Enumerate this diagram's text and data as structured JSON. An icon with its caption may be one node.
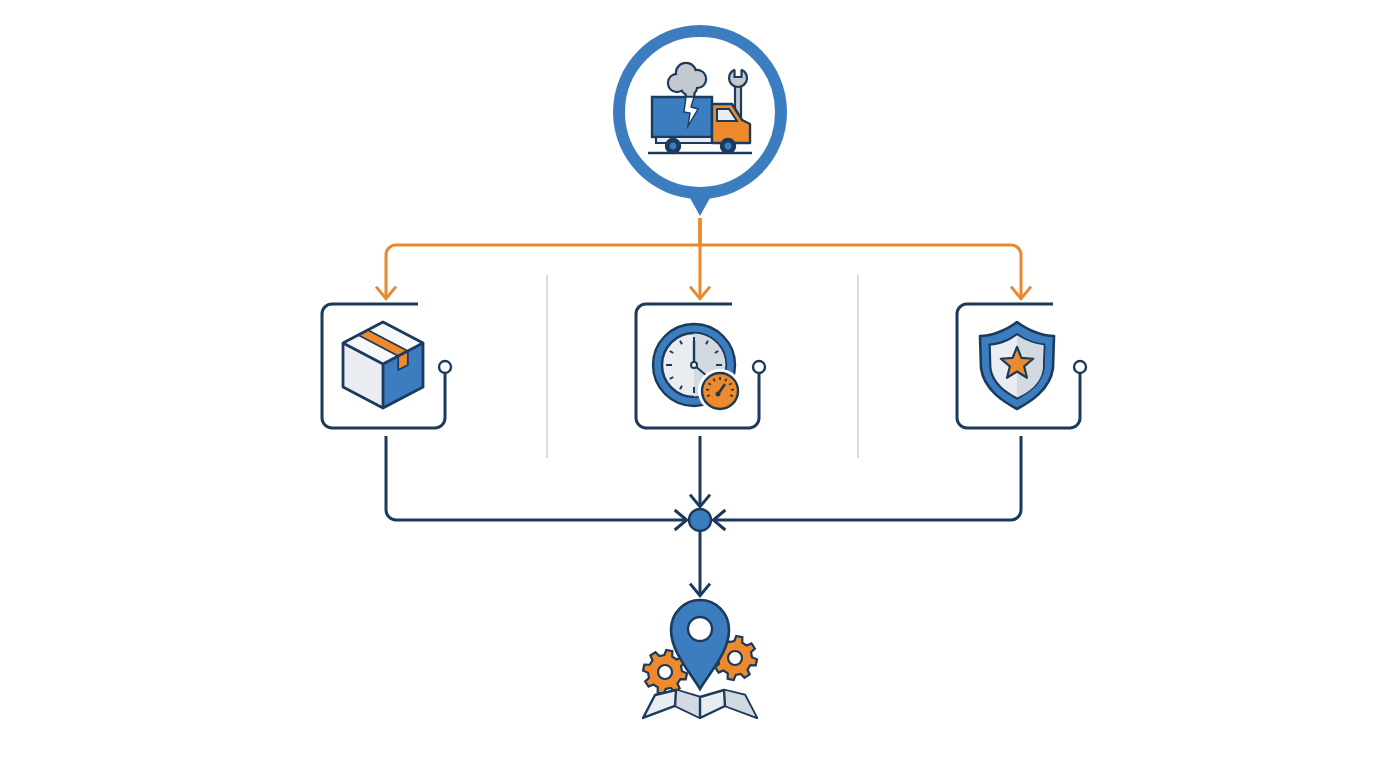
{
  "diagram": {
    "nodes": [
      {
        "text": [],
        "shape": "circle"
      },
      {
        "text": [],
        "shape": "box"
      },
      {
        "text": [],
        "shape": "box"
      },
      {
        "text": [],
        "shape": "box"
      },
      {
        "text": [],
        "shape": "circle"
      },
      {
        "text": [],
        "shape": "picture"
      }
    ],
    "edges": [
      {
        "from": 0,
        "to": 1,
        "arrow": "to",
        "color": "#e8892f"
      },
      {
        "from": 0,
        "to": 2,
        "arrow": "to",
        "color": "#e8892f"
      },
      {
        "from": 0,
        "to": 3,
        "arrow": "to",
        "color": "#e8892f"
      },
      {
        "from": 1,
        "to": 4,
        "arrow": "to"
      },
      {
        "from": 2,
        "to": 4,
        "arrow": "to"
      },
      {
        "from": 3,
        "to": 4,
        "arrow": "to"
      },
      {
        "from": 4,
        "to": 5,
        "arrow": "to"
      }
    ]
  }
}
